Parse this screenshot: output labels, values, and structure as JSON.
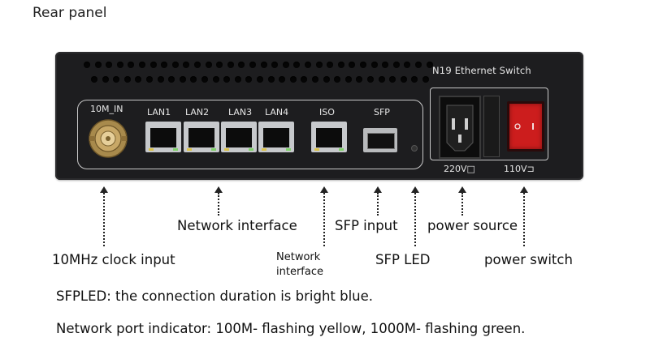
{
  "title": "Rear panel",
  "device": {
    "model": "N19 Ethernet Switch",
    "ports": {
      "clock": "10M_IN",
      "lan1": "LAN1",
      "lan2": "LAN2",
      "lan3": "LAN3",
      "lan4": "LAN4",
      "iso": "ISO",
      "sfp": "SFP"
    },
    "power": {
      "v220": "220V□",
      "v110": "110V⊐"
    }
  },
  "callouts": {
    "clock_input": "10MHz clock input",
    "network_interface": "Network interface",
    "network_interface_small_1": "Network",
    "network_interface_small_2": "interface",
    "sfp_input": "SFP input",
    "sfp_led": "SFP LED",
    "power_source": "power source",
    "power_switch": "power switch"
  },
  "notes": {
    "sfp_led": "SFPLED: the connection duration is bright blue.",
    "port_indicator": "Network port indicator: 100M- flashing yellow, 1000M- flashing green."
  },
  "colors": {
    "led_yellow": "#d9c14a",
    "led_green": "#7fd06a",
    "switch_red": "#cc1d1d"
  },
  "icons": [
    "bnc-connector-icon",
    "rj45-port-icon",
    "sfp-cage-icon",
    "iec-power-inlet-icon",
    "rocker-switch-icon",
    "arrow-up-icon"
  ]
}
